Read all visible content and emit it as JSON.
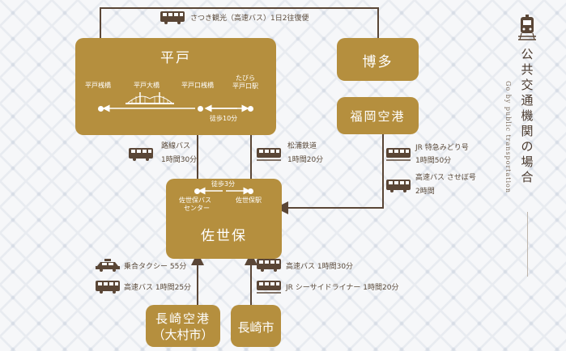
{
  "boxes": {
    "hirado": "平戸",
    "hakata": "博多",
    "fukuoka_airport": "福岡空港",
    "sasebo": "佐世保",
    "nagasaki_airport_line1": "長崎空港",
    "nagasaki_airport_line2": "（大村市）",
    "nagasaki_city": "長崎市"
  },
  "hirado_stops": {
    "hirado_pier": "平戸桟橋",
    "hirado_bridge": "平戸大橋",
    "hiradoguchi_pier": "平戸口桟橋",
    "tabira_line1": "たびら",
    "tabira_line2": "平戸口駅",
    "walk": "徒歩10分"
  },
  "sasebo_stops": {
    "bus_center_line1": "佐世保バス",
    "bus_center_line2": "センター",
    "station": "佐世保駅",
    "walk": "徒歩3分"
  },
  "routes": {
    "top": "さつき観光（高速バス）1日2往復便",
    "local_bus_name": "路線バス",
    "local_bus_time": "1時間30分",
    "matsuura_name": "松浦鉄道",
    "matsuura_time": "1時間20分",
    "jr_midori_name": "JR 特急みどり号",
    "jr_midori_time": "1時間50分",
    "saseboshi_name": "高速バス させぼ号",
    "saseboshi_time": "2時間",
    "taxi": "乗合タクシー 55分",
    "airport_bus": "高速バス 1時間25分",
    "nagasaki_bus": "高速バス 1時間30分",
    "seaside_liner": "JR シーサイドライナー 1時間20分"
  },
  "side": {
    "title": "公共交通機関の場合",
    "subtitle": "Go by public transportation"
  },
  "colors": {
    "box": "#b58f3e",
    "line": "#5a4636",
    "icon": "#5a4636"
  },
  "icons": [
    "train-logo-icon",
    "bus-icon",
    "train-icon",
    "taxi-icon",
    "bridge-icon"
  ]
}
